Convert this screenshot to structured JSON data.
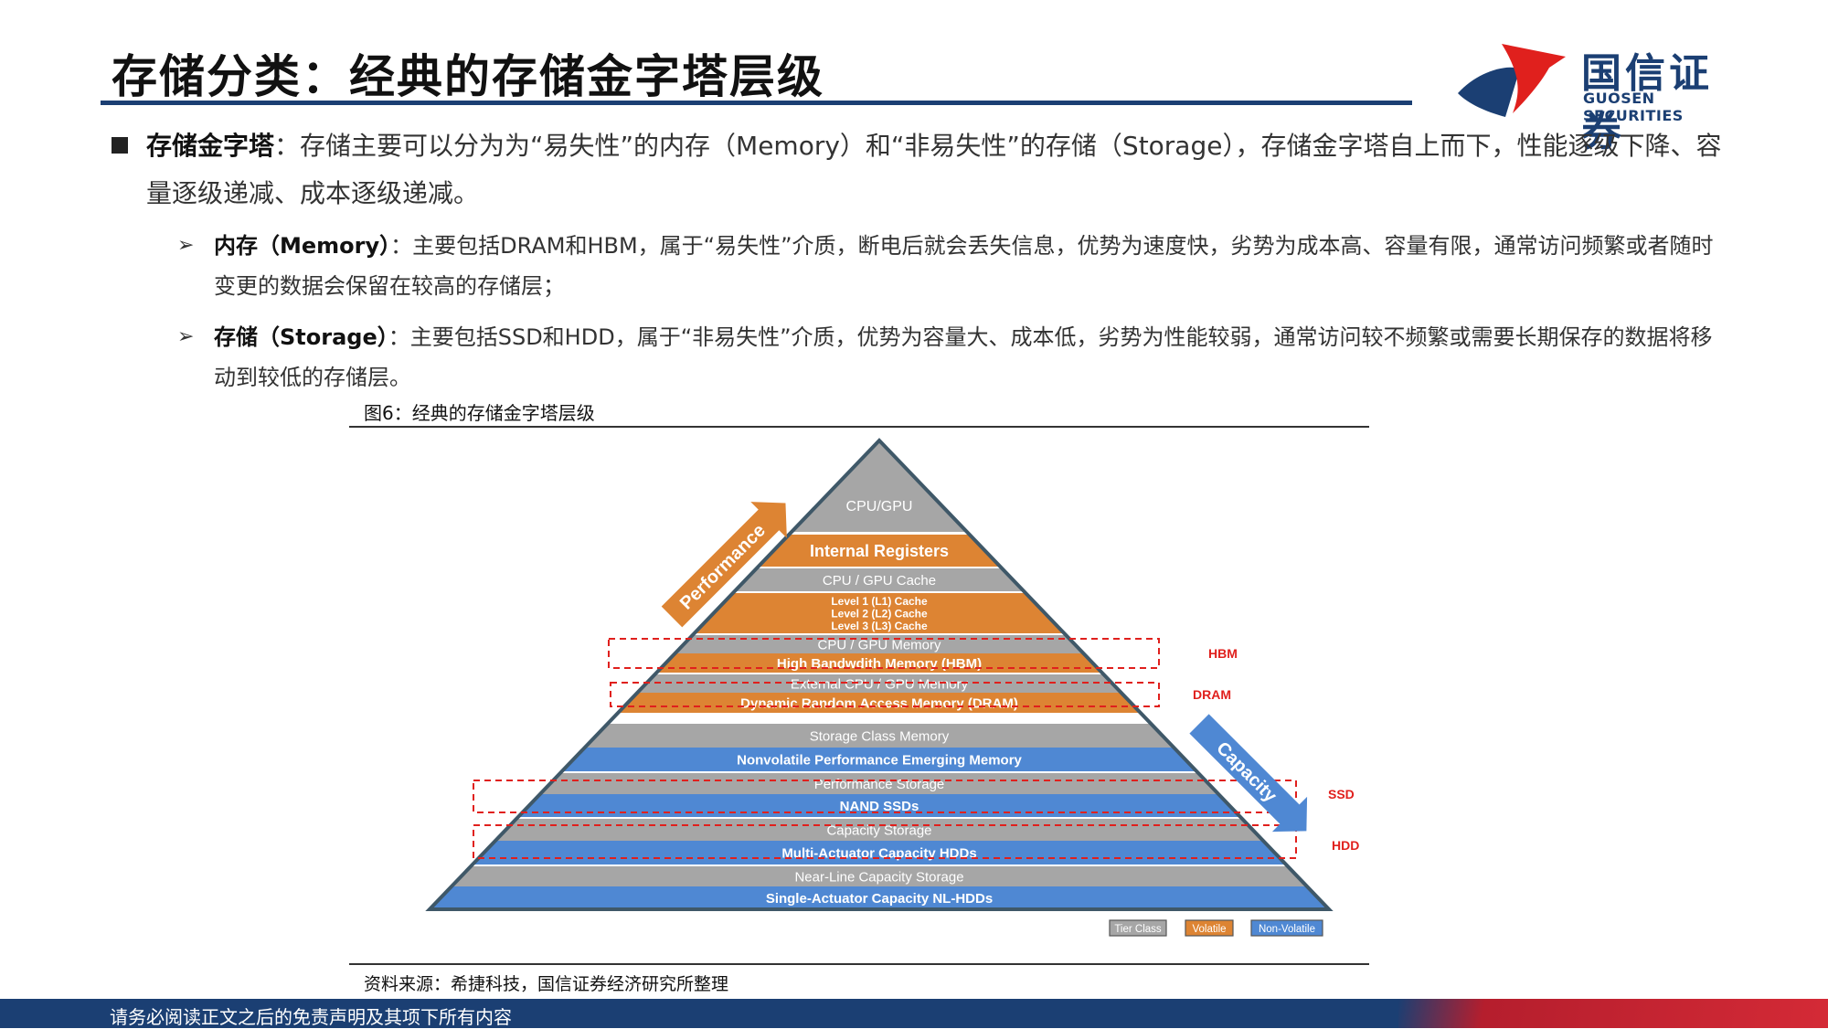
{
  "header": {
    "title": "存储分类：经典的存储金字塔层级",
    "logo_cn": "国信证券",
    "logo_en": "GUOSEN SECURITIES"
  },
  "main_bullet": {
    "label": "存储金字塔",
    "text": "：存储主要可以分为为“易失性”的内存（Memory）和“非易失性”的存储（Storage），存储金字塔自上而下，性能逐级下降、容量逐级递减、成本逐级递减。"
  },
  "sub_bullets": [
    {
      "label": "内存（Memory）",
      "text": "：主要包括DRAM和HBM，属于“易失性”介质，断电后就会丢失信息，优势为速度快，劣势为成本高、容量有限，通常访问频繁或者随时变更的数据会保留在较高的存储层；"
    },
    {
      "label": "存储（Storage）",
      "text": "：主要包括SSD和HDD，属于“非易失性”介质，优势为容量大、成本低，劣势为性能较弱，通常访问较不频繁或需要长期保存的数据将移动到较低的存储层。"
    }
  ],
  "figure": {
    "caption": "图6：经典的存储金字塔层级",
    "source": "资料来源：希捷科技，国信证券经济研究所整理",
    "colors": {
      "tier_class": "#a6a6a6",
      "volatile": "#dd8433",
      "non_volatile": "#4f88d3",
      "outline": "#3f5868",
      "highlight": "#e0201d"
    },
    "apex_label": "CPU/GPU",
    "layers": [
      {
        "label": "Internal Registers",
        "kind": "volatile"
      },
      {
        "label": "CPU / GPU Cache",
        "kind": "tier_class"
      },
      {
        "label": "Level 1 (L1) Cache",
        "kind": "volatile"
      },
      {
        "label": "Level 2 (L2) Cache",
        "kind": "volatile"
      },
      {
        "label": "Level 3 (L3) Cache",
        "kind": "volatile"
      },
      {
        "label": "CPU / GPU Memory",
        "kind": "tier_class"
      },
      {
        "label": "High Bandwdith Memory (HBM)",
        "kind": "volatile"
      },
      {
        "label": "External CPU / GPU Memory",
        "kind": "tier_class"
      },
      {
        "label": "Dynamic Random Access Memory (DRAM)",
        "kind": "volatile"
      },
      {
        "label": "Storage Class Memory",
        "kind": "tier_class"
      },
      {
        "label": "Nonvolatile Performance Emerging Memory",
        "kind": "non_volatile"
      },
      {
        "label": "Performance Storage",
        "kind": "tier_class"
      },
      {
        "label": "NAND SSDs",
        "kind": "non_volatile"
      },
      {
        "label": "Capacity Storage",
        "kind": "tier_class"
      },
      {
        "label": "Multi-Actuator Capacity HDDs",
        "kind": "non_volatile"
      },
      {
        "label": "Near-Line Capacity Storage",
        "kind": "tier_class"
      },
      {
        "label": "Single-Actuator Capacity NL-HDDs",
        "kind": "non_volatile"
      }
    ],
    "performance_arrow": "Performance",
    "capacity_arrow": "Capacity",
    "box_labels": [
      "HBM",
      "DRAM",
      "SSD",
      "HDD"
    ],
    "legend": [
      "Tier Class",
      "Volatile",
      "Non-Volatile"
    ]
  },
  "footer": {
    "disclaimer": "请务必阅读正文之后的免责声明及其项下所有内容"
  }
}
